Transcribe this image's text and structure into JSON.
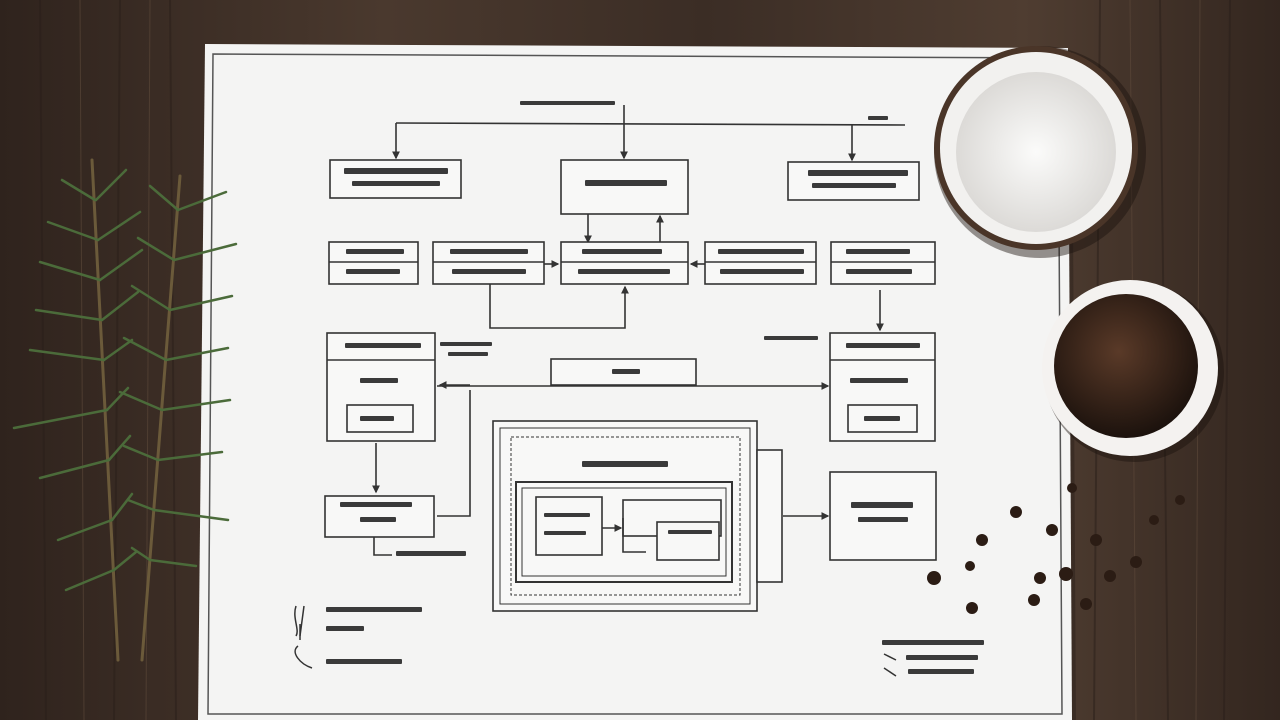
{
  "scene": {
    "background": "dark-wood-table",
    "colors": {
      "wood_dark": "#3a2c24",
      "wood_light": "#574538",
      "paper": "#f4f4f3",
      "ink": "#333333",
      "rosemary": "#4b6b3a",
      "salt": "#f0efee",
      "bowl_rim": "#4a3528",
      "peppercorn": "#2b1c14"
    },
    "objects": [
      "paper-diagram-sheet",
      "rosemary-sprigs",
      "salt-bowl",
      "peppercorn-bowl",
      "loose-peppercorns"
    ]
  },
  "diagram": {
    "top_label": "",
    "blocks": [
      {
        "id": "a1",
        "lines": [
          "",
          ""
        ]
      },
      {
        "id": "a2",
        "lines": [
          ""
        ]
      },
      {
        "id": "a3",
        "lines": [
          "",
          ""
        ]
      },
      {
        "id": "b1",
        "lines": [
          "",
          ""
        ]
      },
      {
        "id": "b2",
        "lines": [
          "",
          ""
        ]
      },
      {
        "id": "b3",
        "lines": [
          "",
          ""
        ]
      },
      {
        "id": "b4",
        "lines": [
          "",
          ""
        ]
      },
      {
        "id": "b5",
        "lines": [
          "",
          ""
        ]
      },
      {
        "id": "c1",
        "lines": [
          "",
          ""
        ]
      },
      {
        "id": "c2",
        "lines": [
          ""
        ]
      },
      {
        "id": "c3",
        "lines": [
          "",
          ""
        ]
      },
      {
        "id": "d1",
        "lines": [
          "",
          ""
        ]
      },
      {
        "id": "d2",
        "lines": [
          "",
          ""
        ]
      },
      {
        "id": "center",
        "lines": [
          ""
        ]
      }
    ]
  }
}
